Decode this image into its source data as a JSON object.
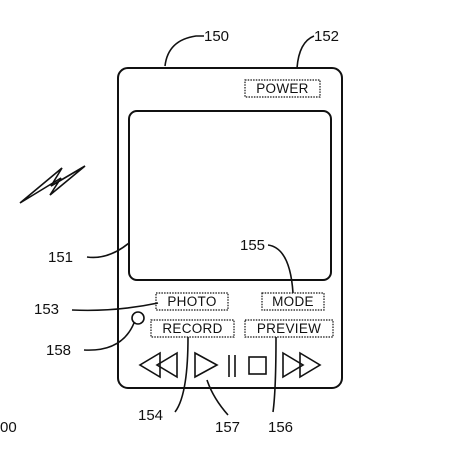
{
  "refs": {
    "device": "150",
    "screen": "151",
    "power_ref": "152",
    "photo_ref": "153",
    "record_ref": "154",
    "mode_ref": "155",
    "preview_ref": "156",
    "transport_ref": "157",
    "indicator_ref": "158",
    "system_ref": "00"
  },
  "buttons": {
    "power": "POWER",
    "photo": "PHOTO",
    "mode": "MODE",
    "record": "RECORD",
    "preview": "PREVIEW"
  },
  "icons": {
    "wireless": "lightning-bolt-icon",
    "rewind": "rewind-icon",
    "play": "play-icon",
    "pause": "pause-icon",
    "stop": "stop-icon",
    "fast_forward": "fast-forward-icon",
    "indicator": "led-indicator-icon"
  },
  "colors": {
    "ink": "#111111",
    "background": "#ffffff"
  }
}
